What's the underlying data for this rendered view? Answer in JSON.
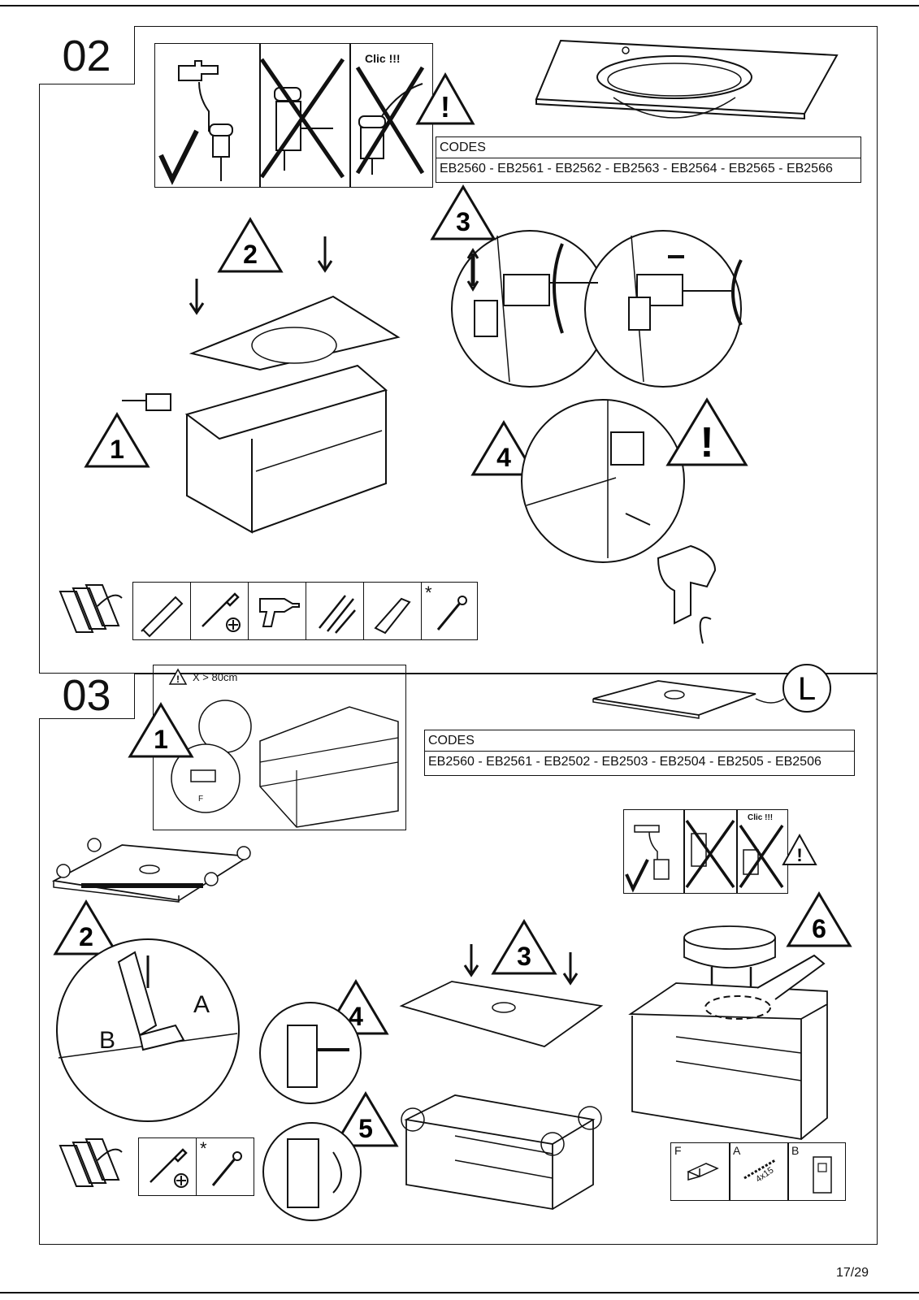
{
  "sections": [
    {
      "number": "02",
      "faucet_panel": {
        "click_label": "Clic !!!"
      },
      "codes": {
        "header": "CODES",
        "values": "EB2560 - EB2561 - EB2562 - EB2563 - EB2564 - EB2565 - EB2566"
      },
      "steps": [
        "1",
        "2",
        "3",
        "4"
      ],
      "tools_asterisk": "*"
    },
    {
      "number": "03",
      "note": "X > 80cm",
      "codes": {
        "header": "CODES",
        "values": "EB2560 - EB2561 - EB2502 - EB2503 - EB2504 - EB2505 - EB2506"
      },
      "steps": [
        "1",
        "2",
        "3",
        "4",
        "5",
        "6"
      ],
      "detail_labels": {
        "f": "F",
        "a": "A",
        "b": "B"
      },
      "circle_label": "L",
      "faucet_panel": {
        "click_label": "Clic !!!"
      },
      "parts": {
        "f": "F",
        "a": "A",
        "a_size": "4x15",
        "b": "B"
      },
      "tools_asterisk": "*"
    }
  ],
  "page": "17/29"
}
